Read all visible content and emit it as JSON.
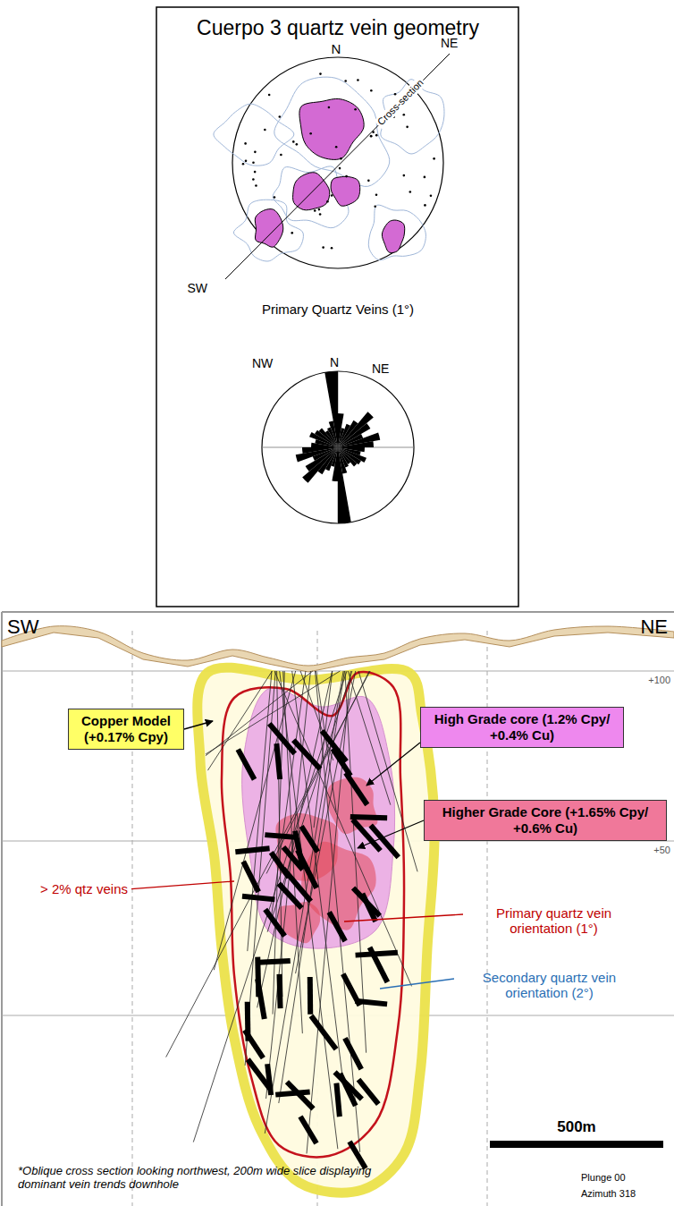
{
  "diagram": {
    "title": "Cuerpo 3 quartz vein geometry",
    "nodes": [
      {
        "text": [
          "Copper Model (+0.17% Cpy)"
        ]
      },
      {
        "text": [
          "High Grade core (1.2% Cpy/ +0.4% Cu)"
        ]
      },
      {
        "text": [
          "Higher Grade Core (+1.65% Cpy/ +0.6% Cu)"
        ]
      }
    ],
    "labels": [
      "N",
      "NE",
      "SW",
      "Cross-section",
      "Primary Quartz Veins (1°)",
      "NW",
      "N",
      "NE",
      "SW",
      "NE",
      "+100",
      "+50",
      "> 2% qtz veins",
      "Primary quartz vein orientation (1°)",
      "Secondary quartz vein orientation (2°)",
      "500m",
      "*Oblique cross section looking northwest, 200m wide slice displaying dominant vein trends downhole",
      "Plunge 00",
      "Azimuth 318"
    ]
  }
}
